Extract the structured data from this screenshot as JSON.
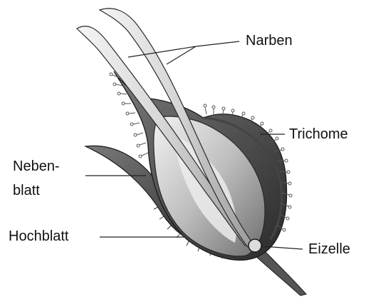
{
  "labels": {
    "narben": "Narben",
    "trichome": "Trichome",
    "nebenblatt_line1": "Neben-",
    "nebenblatt_line2": "blatt",
    "hochblatt": "Hochblatt",
    "eizelle": "Eizelle"
  },
  "colors": {
    "outline": "#1a1a1a",
    "dark_tissue": "#3a3a3a",
    "mid_tissue": "#8a8a8a",
    "light_tissue": "#d8d8d8",
    "stigma_fill": "#e6e6e6",
    "leader_line": "#222222"
  }
}
